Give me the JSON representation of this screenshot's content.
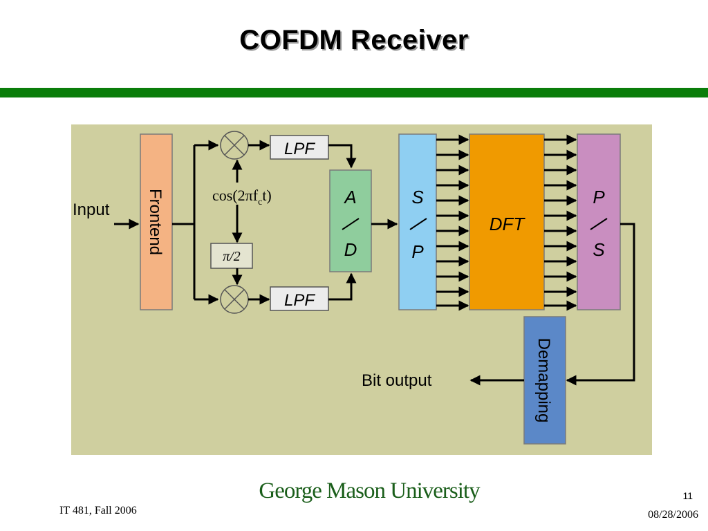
{
  "slide": {
    "title": "COFDM Receiver"
  },
  "diagram": {
    "input_label": "Input",
    "frontend_label": "Frontend",
    "lpf_top_label": "LPF",
    "lpf_bottom_label": "LPF",
    "oscillator_label": "cos(2πf",
    "oscillator_sub": "c",
    "oscillator_tail": "t)",
    "phase_shift_label": "π/2",
    "ad_top": "A",
    "ad_bottom": "D",
    "sp_top": "S",
    "sp_bottom": "P",
    "dft_label": "DFT",
    "ps_top": "P",
    "ps_bottom": "S",
    "demapping_label": "Demapping",
    "bit_output_label": "Bit output",
    "colors": {
      "background": "#cfcf9f",
      "frontend": "#f4b383",
      "ad": "#8fcd9d",
      "sp": "#8fcff2",
      "dft": "#f09a00",
      "ps": "#c98ec0",
      "demapping": "#5b88c8",
      "lpf": "#ececec"
    }
  },
  "footer": {
    "course": "IT 481, Fall 2006",
    "university": "George Mason University",
    "page": "11",
    "date": "08/28/2006"
  }
}
